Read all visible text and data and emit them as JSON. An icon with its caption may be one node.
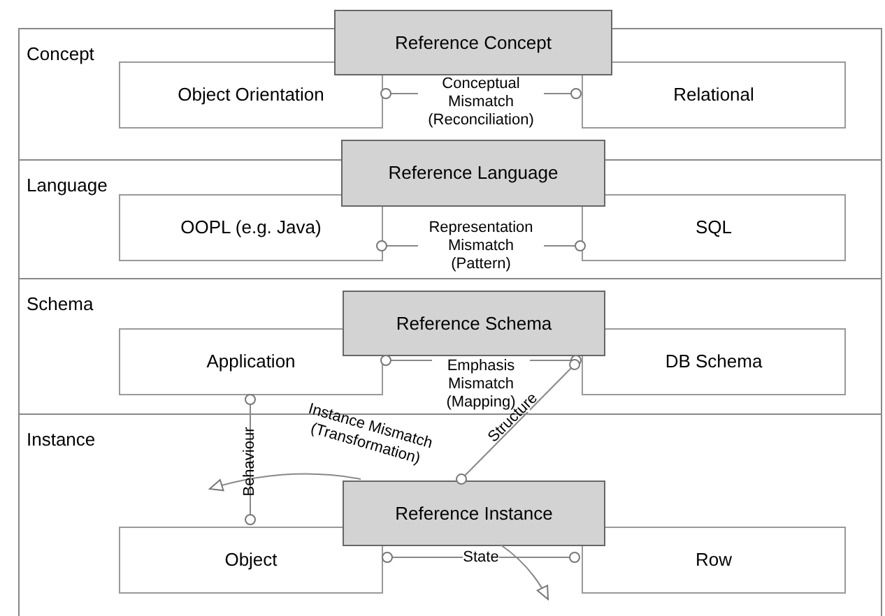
{
  "diagram": {
    "nodes": [
      {
        "text": [
          "Concept"
        ]
      },
      {
        "text": [
          "Reference Concept"
        ]
      },
      {
        "text": [
          "Object Orientation"
        ],
        "in": 0
      },
      {
        "text": [
          "Relational"
        ],
        "in": 0
      },
      {
        "text": [
          "Language"
        ]
      },
      {
        "text": [
          "Reference Language"
        ]
      },
      {
        "text": [
          "OOPL (e.g. Java)"
        ],
        "in": 4
      },
      {
        "text": [
          "SQL"
        ],
        "in": 4
      },
      {
        "text": [
          "Schema"
        ]
      },
      {
        "text": [
          "Reference Schema"
        ],
        "in": 8
      },
      {
        "text": [
          "Application"
        ],
        "in": 8
      },
      {
        "text": [
          "DB Schema"
        ],
        "in": 8
      },
      {
        "text": [
          "Instance"
        ]
      },
      {
        "text": [
          "Reference Instance"
        ],
        "in": 12
      },
      {
        "text": [
          "Object"
        ],
        "in": 12
      },
      {
        "text": [
          "Row"
        ],
        "in": 12
      }
    ],
    "edges": [
      {
        "from": 2,
        "to": 3,
        "arrow": "other",
        "label": "Conceptual Mismatch (Reconciliation)"
      },
      {
        "from": 6,
        "to": 7,
        "arrow": "other",
        "label": "Representation Mismatch (Pattern)"
      },
      {
        "from": 10,
        "to": 11,
        "arrow": "other",
        "label": "Emphasis Mismatch (Mapping)"
      },
      {
        "from": 10,
        "to": 14,
        "arrow": "other",
        "label": "Behaviour"
      },
      {
        "from": 11,
        "to": 13,
        "arrow": "other",
        "label": "Structure"
      },
      {
        "from": 14,
        "to": 15,
        "arrow": "other",
        "label": "State"
      },
      {
        "from": 13,
        "to": null,
        "arrow": "to",
        "label": "Instance Mismatch (Transformation)"
      },
      {
        "from": 13,
        "to": null,
        "arrow": "to"
      }
    ]
  }
}
